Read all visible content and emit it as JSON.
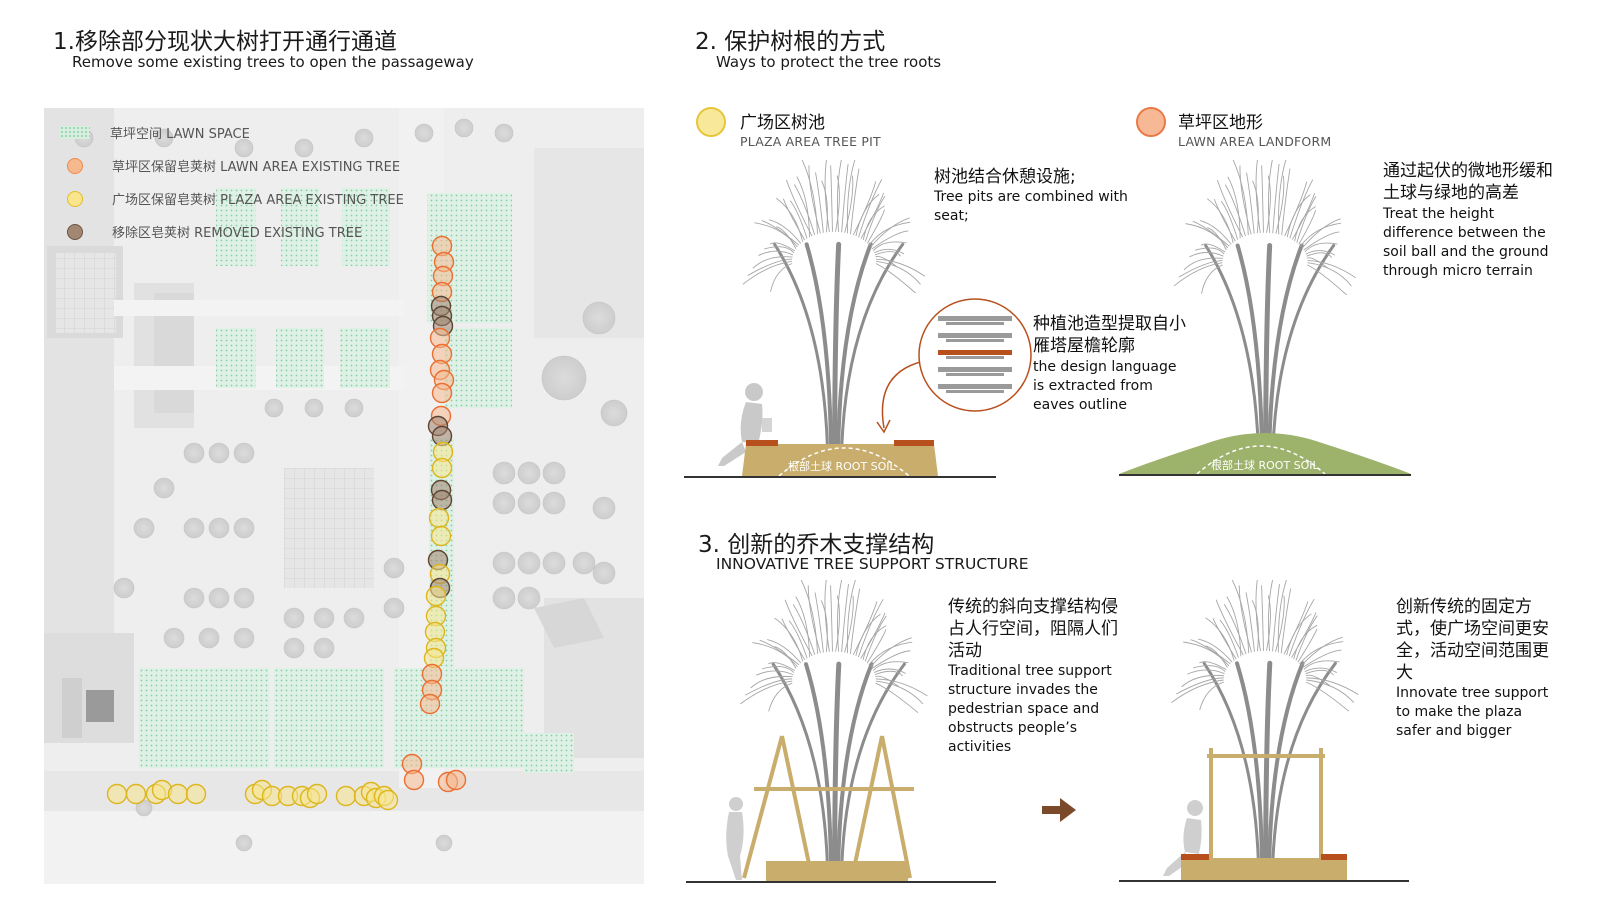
{
  "sections": {
    "s1": {
      "title_cn": "1.移除部分现状大树打开通行通道",
      "title_en": "Remove some existing trees to open the passageway"
    },
    "s2": {
      "title_cn": "2. 保护树根的方式",
      "title_en": "Ways to protect the tree roots"
    },
    "s3": {
      "title_cn": "3. 创新的乔木支撑结构",
      "title_en": "INNOVATIVE TREE SUPPORT STRUCTURE"
    }
  },
  "legend": [
    {
      "name": "lawn-space",
      "label": "草坪空间 LAWN SPACE",
      "color": "#9fd9b4"
    },
    {
      "name": "lawn-area-existing-tree",
      "label": "草坪区保留皂荚树 LAWN AREA EXISTING TREE",
      "color": "#f08a4b"
    },
    {
      "name": "plaza-area-existing-tree",
      "label": "广场区保留皂荚树 PLAZA AREA EXISTING TREE",
      "color": "#f3d657"
    },
    {
      "name": "removed-existing-tree",
      "label": "移除区皂荚树 REMOVED EXISTING TREE",
      "color": "#8a6a52"
    }
  ],
  "root_protection": {
    "plaza": {
      "label_cn": "广场区树池",
      "label_en": "PLAZA AREA TREE PIT",
      "color": "#f7e58a",
      "desc1_cn": "树池结合休憩设施;",
      "desc1_en": "Tree pits are combined with seat;",
      "desc2_cn": "种植池造型提取自小雁塔屋檐轮廓",
      "desc2_en": "the design language is extracted from eaves outline",
      "soil_label": "根部土球 ROOT SOIL"
    },
    "lawn": {
      "label_cn": "草坪区地形",
      "label_en": "LAWN AREA LANDFORM",
      "color": "#f4a882",
      "desc_cn": "通过起伏的微地形缓和土球与绿地的高差",
      "desc_en": "Treat the height difference between the soil ball and the ground through micro terrain",
      "soil_label": "根部土球 ROOT SOIL"
    }
  },
  "support": {
    "traditional": {
      "desc_cn": "传统的斜向支撑结构侵占人行空间，阻隔人们活动",
      "desc_en": "Traditional tree support structure invades the pedestrian space and obstructs people’s activities"
    },
    "innovative": {
      "desc_cn": "创新传统的固定方式，使广场空间更安全，活动空间范围更大",
      "desc_en": "Innovate tree support to make the plaza safer and bigger"
    },
    "arrow_color": "#7a4a2a"
  }
}
